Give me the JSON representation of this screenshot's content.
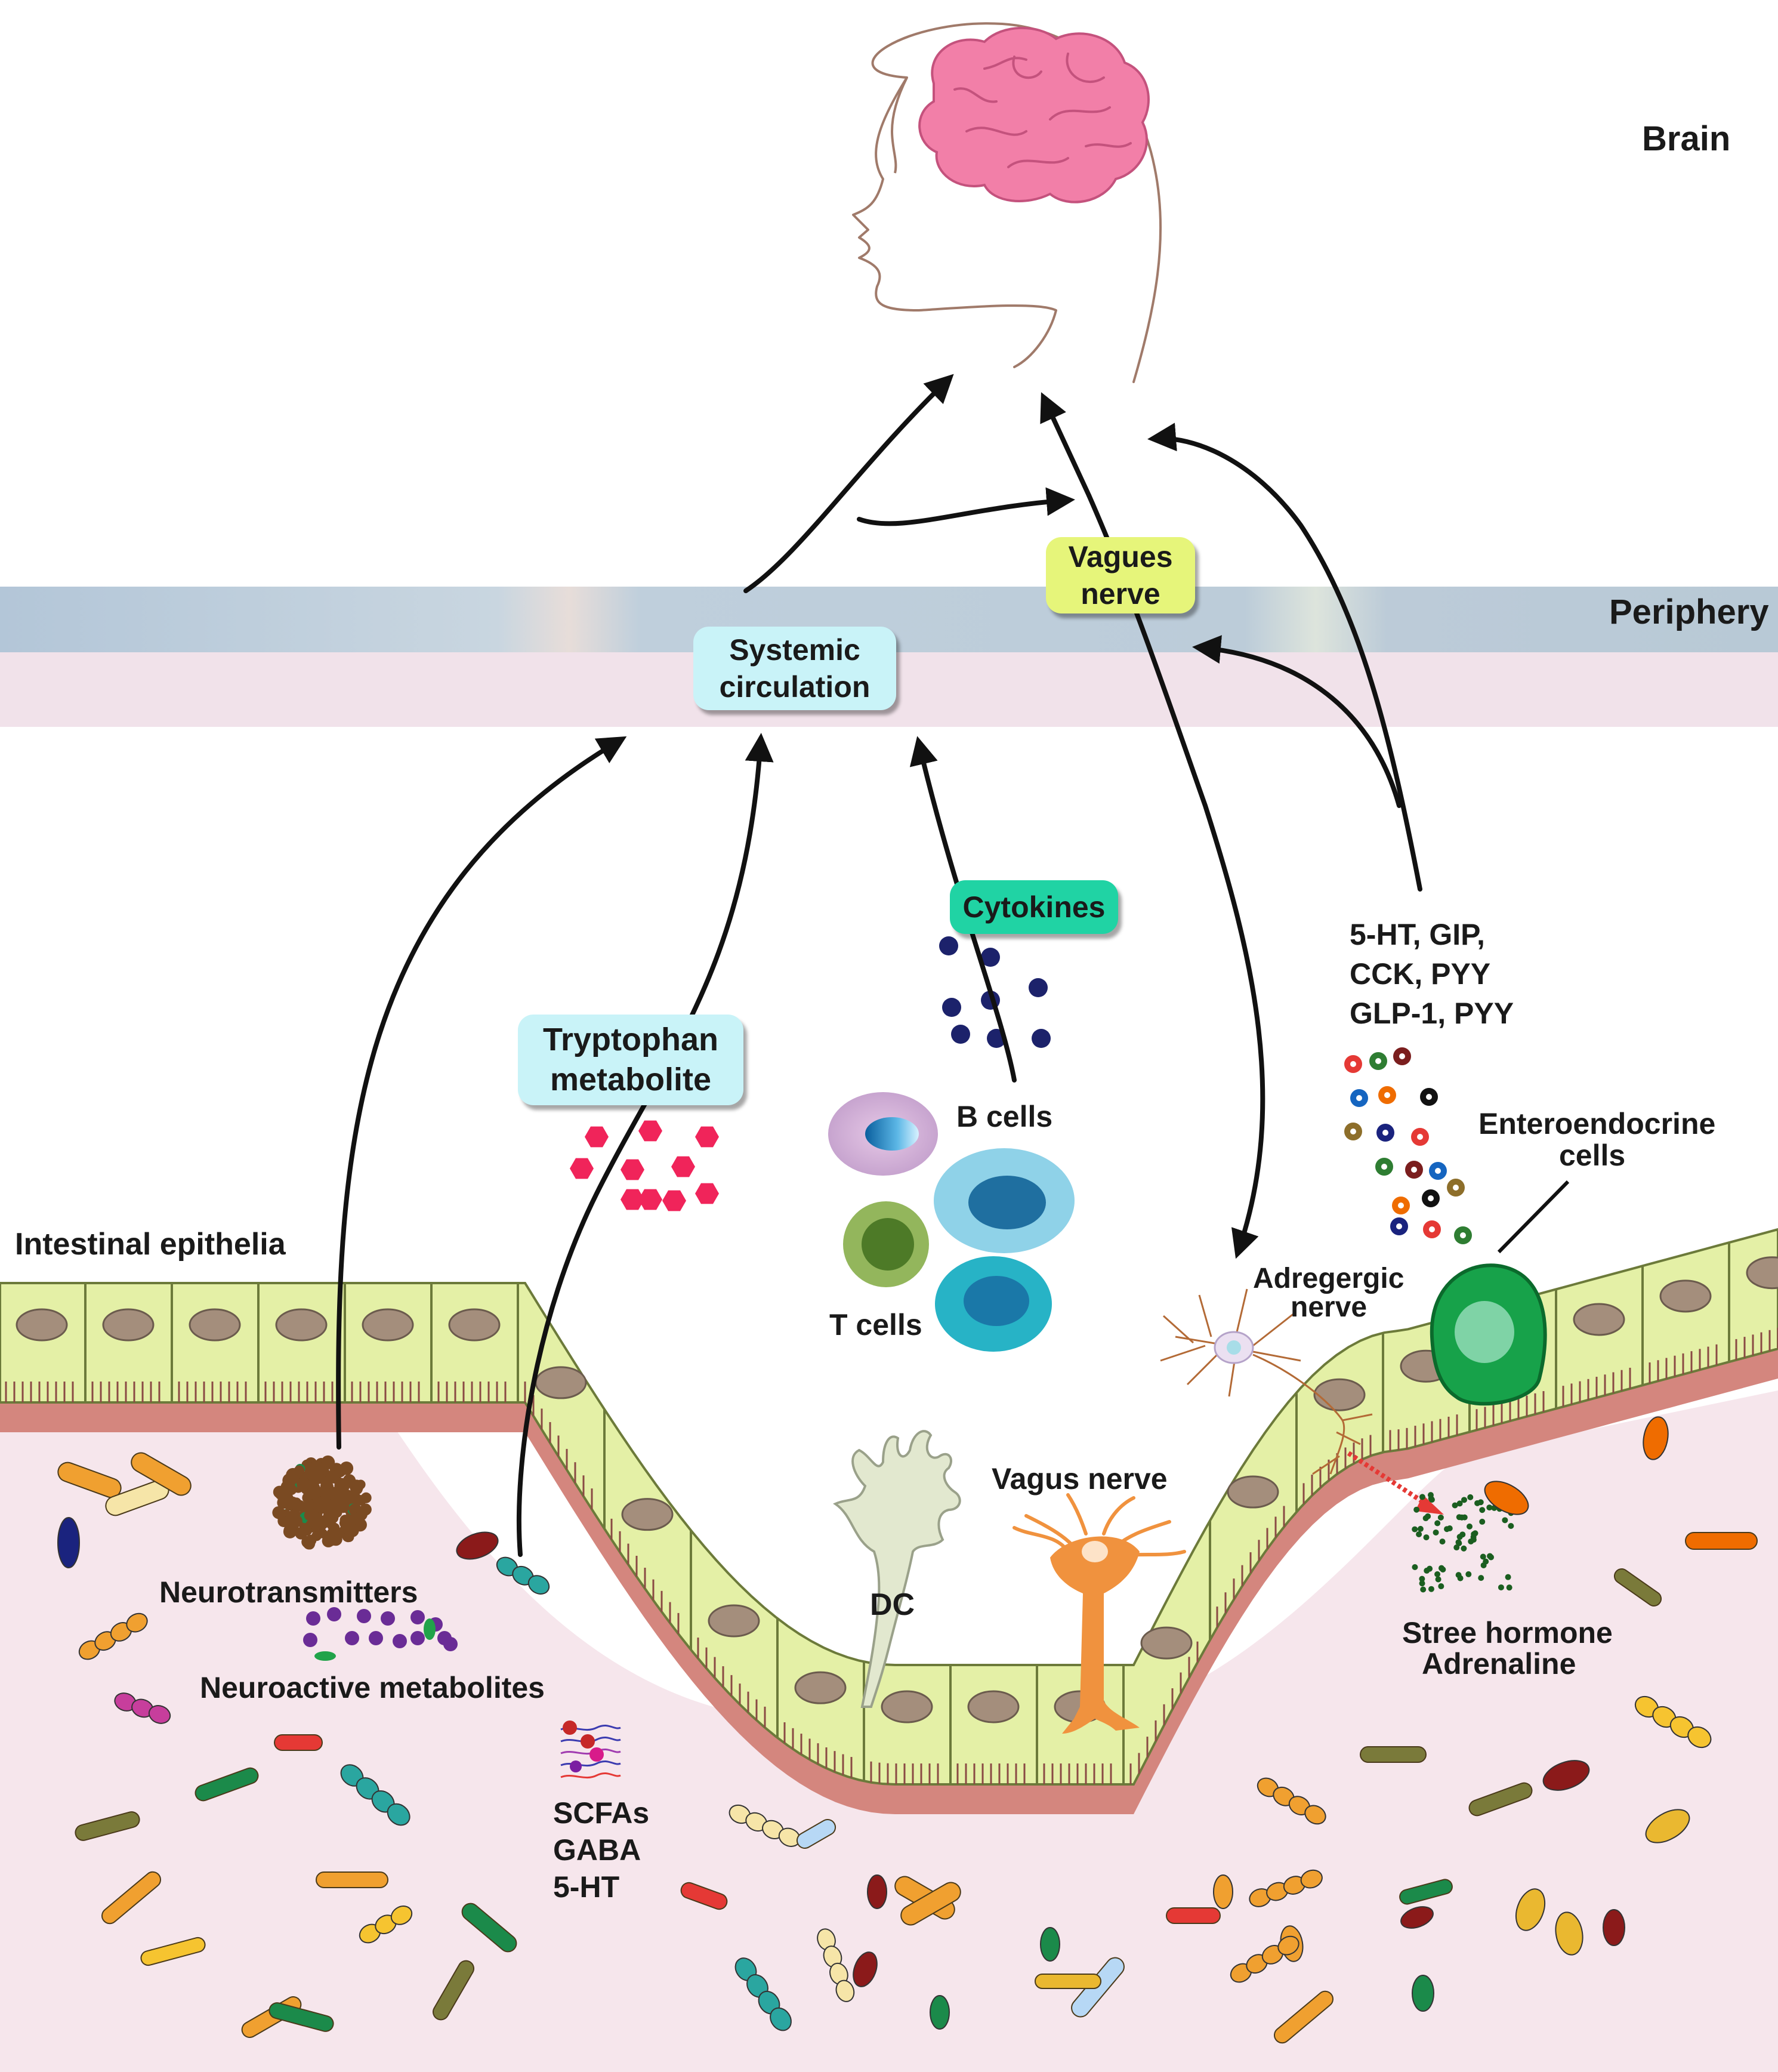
{
  "regions": {
    "brain": "Brain",
    "periphery": "Periphery",
    "intestinal_epithelia": "Intestinal epithelia"
  },
  "boxes": {
    "systemic_circulation": "Systemic\ncirculation",
    "vagues_nerve": "Vagues\nnerve",
    "tryptophan_metabolite": "Tryptophan\nmetabolite",
    "cytokines": "Cytokines"
  },
  "labels": {
    "b_cells": "B cells",
    "t_cells": "T cells",
    "hormones_line1": "5-HT, GIP,",
    "hormones_line2": "CCK, PYY",
    "hormones_line3": "GLP-1, PYY",
    "enteroendocrine_line1": "Enteroendocrine",
    "enteroendocrine_line2": "cells",
    "adregergic_line1": "Adregergic",
    "adregergic_line2": "nerve",
    "neurotransmitters": "Neurotransmitters",
    "neuroactive_metabolites": "Neuroactive metabolites",
    "vagus_nerve": "Vagus nerve",
    "dc": "DC",
    "scfas": "SCFAs",
    "gaba": "GABA",
    "five_ht": "5-HT",
    "stress_line1": "Stree hormone",
    "stress_line2": "Adrenaline"
  },
  "colors": {
    "brain_pink": "#f27fa8",
    "periphery_blue": "#b9cad8",
    "periphery_pink": "#f0e0e8",
    "lumen_pink": "#f5e3ea",
    "epithelium_green": "#e4f0a6",
    "mucosa_red": "#d4867e",
    "box_cyan": "#c9f3f8",
    "box_yellow": "#e6f57a",
    "box_teal": "#20d3a4",
    "enteroendocrine": "#17a24a"
  }
}
